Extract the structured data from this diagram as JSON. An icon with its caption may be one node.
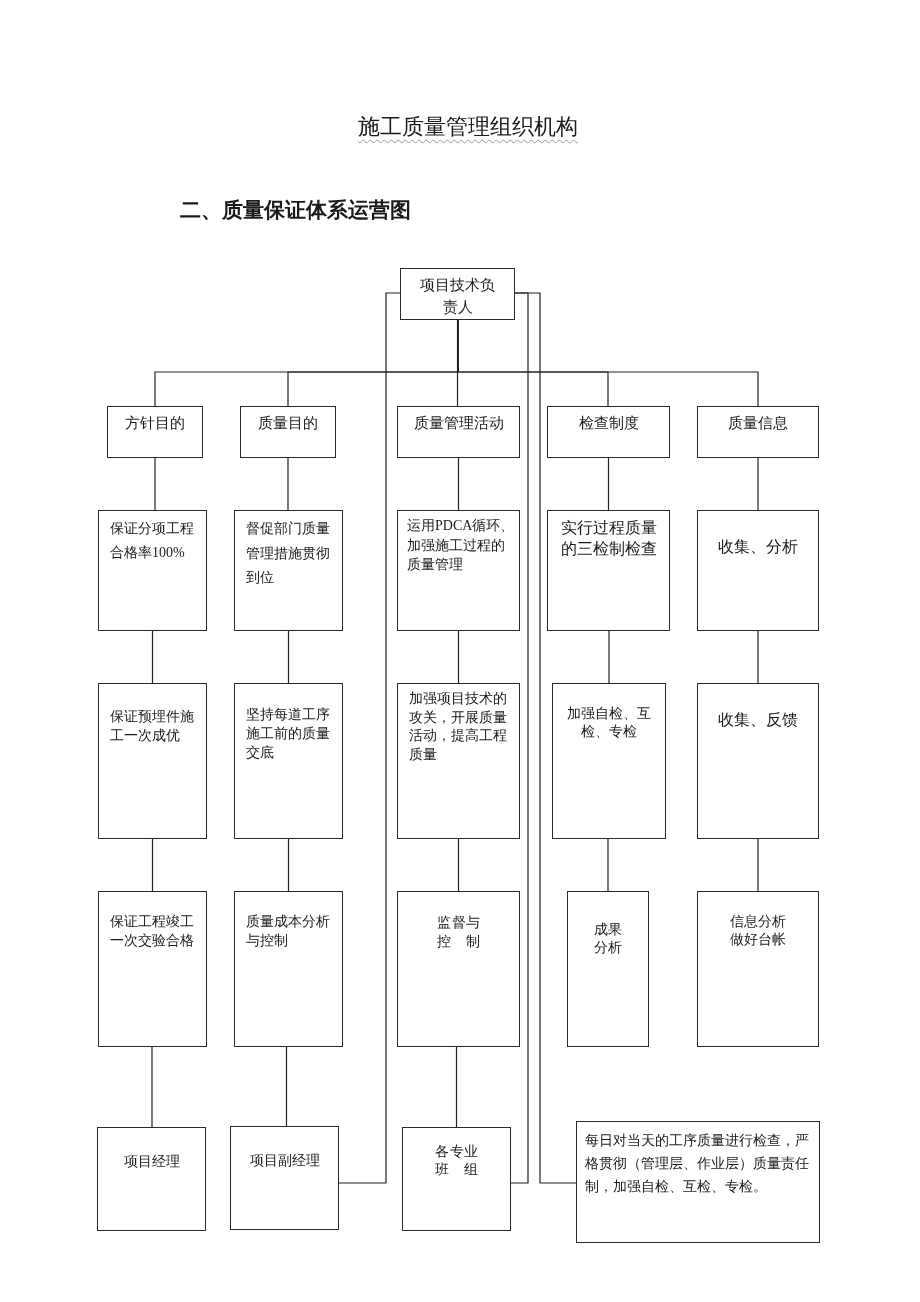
{
  "diagram": {
    "title": "施工质量管理组织机构",
    "nodes": [
      {
        "text": [
          "项目技术负责人"
        ]
      },
      {
        "text": [
          "方针目的"
        ]
      },
      {
        "text": [
          "质量目的"
        ]
      },
      {
        "text": [
          "质量管理活动"
        ]
      },
      {
        "text": [
          "检查制度"
        ]
      },
      {
        "text": [
          "质量信息"
        ]
      },
      {
        "text": [
          "保证分项工程合格率100%"
        ]
      },
      {
        "text": [
          "督促部门质量管理措施贯彻到位"
        ]
      },
      {
        "text": [
          "运用PDCA循环、加强施工过程的质量管理"
        ]
      },
      {
        "text": [
          "实行过程质量的三检制检查"
        ]
      },
      {
        "text": [
          "收集、分析"
        ]
      },
      {
        "text": [
          "保证预埋件施工一次成优"
        ]
      },
      {
        "text": [
          "坚持每道工序施工前的质量交底"
        ]
      },
      {
        "text": [
          "加强项目技术的攻关，开展质量活动，提高工程质量"
        ]
      },
      {
        "text": [
          "加强自检、互检、专检"
        ]
      },
      {
        "text": [
          "收集、反馈"
        ]
      },
      {
        "text": [
          "保证工程竣工一次交验合格"
        ]
      },
      {
        "text": [
          "质量成本分析与控制"
        ]
      },
      {
        "text": [
          "监督与控制"
        ]
      },
      {
        "text": [
          "成果分析"
        ]
      },
      {
        "text": [
          "信息分析做好台帐"
        ]
      },
      {
        "text": [
          "项目经理"
        ]
      },
      {
        "text": [
          "项目副经理"
        ]
      },
      {
        "text": [
          "各专业班组"
        ]
      },
      {
        "text": [
          "每日对当天的工序质量进行检查，严格贯彻（管理层、作业层）质量责任制，加强自检、互检、专检。"
        ]
      }
    ],
    "edges": [
      {
        "from": 0,
        "to": 1,
        "arrow": "none"
      },
      {
        "from": 0,
        "to": 2,
        "arrow": "none"
      },
      {
        "from": 0,
        "to": 3,
        "arrow": "none"
      },
      {
        "from": 0,
        "to": 4,
        "arrow": "none"
      },
      {
        "from": 0,
        "to": 5,
        "arrow": "none"
      },
      {
        "from": 1,
        "to": 6,
        "arrow": "none"
      },
      {
        "from": 6,
        "to": 11,
        "arrow": "none"
      },
      {
        "from": 11,
        "to": 16,
        "arrow": "none"
      },
      {
        "from": 16,
        "to": 21,
        "arrow": "none"
      },
      {
        "from": 2,
        "to": 7,
        "arrow": "none"
      },
      {
        "from": 7,
        "to": 12,
        "arrow": "none"
      },
      {
        "from": 12,
        "to": 17,
        "arrow": "none"
      },
      {
        "from": 17,
        "to": 22,
        "arrow": "none"
      },
      {
        "from": 3,
        "to": 8,
        "arrow": "none"
      },
      {
        "from": 8,
        "to": 13,
        "arrow": "none"
      },
      {
        "from": 13,
        "to": 18,
        "arrow": "none"
      },
      {
        "from": 18,
        "to": 23,
        "arrow": "none"
      },
      {
        "from": 4,
        "to": 9,
        "arrow": "none"
      },
      {
        "from": 9,
        "to": 14,
        "arrow": "none"
      },
      {
        "from": 14,
        "to": 19,
        "arrow": "none"
      },
      {
        "from": 5,
        "to": 10,
        "arrow": "none"
      },
      {
        "from": 10,
        "to": 15,
        "arrow": "none"
      },
      {
        "from": 15,
        "to": 20,
        "arrow": "none"
      },
      {
        "from": 0,
        "to": 22,
        "arrow": "none"
      },
      {
        "from": 0,
        "to": 23,
        "arrow": "none"
      },
      {
        "from": 0,
        "to": 24,
        "arrow": "none"
      }
    ],
    "labels": [
      "二、质量保证体系运营图"
    ]
  }
}
